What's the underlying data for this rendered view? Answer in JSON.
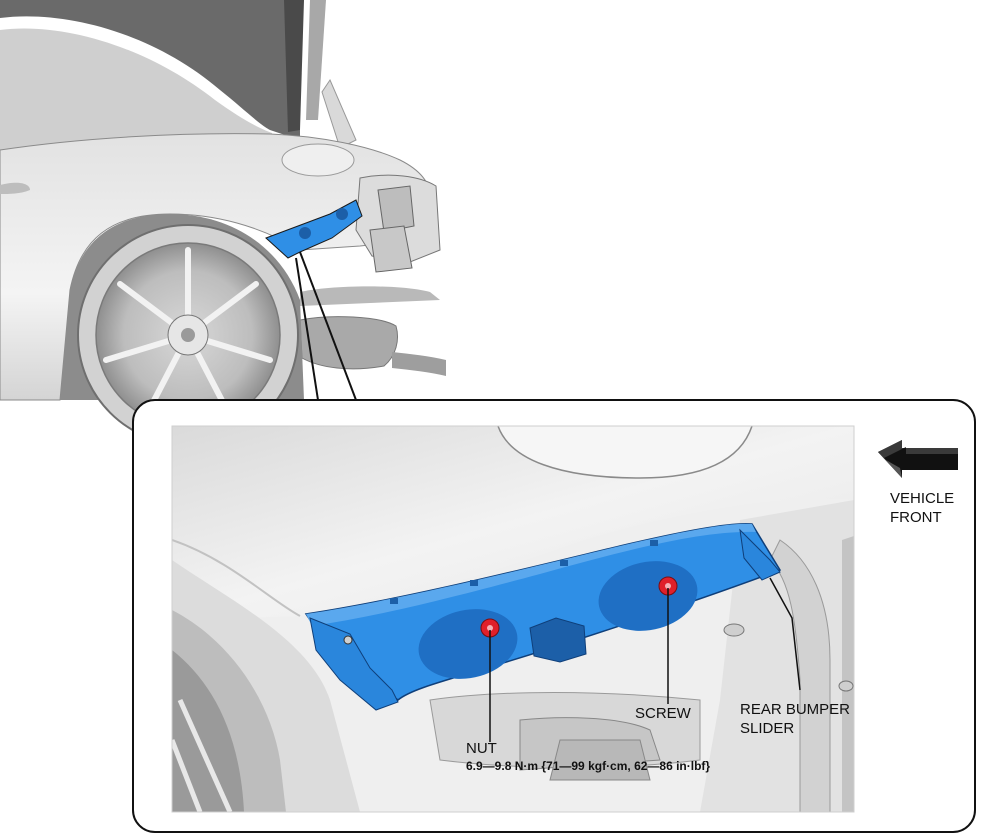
{
  "labels": {
    "vehicle_front_line1": "VEHICLE",
    "vehicle_front_line2": "FRONT",
    "screw": "SCREW",
    "rear_bumper_slider_line1": "REAR BUMPER",
    "rear_bumper_slider_line2": "SLIDER",
    "nut": "NUT",
    "nut_torque": "6.9—9.8 N·m {71—99 kgf·cm, 62—86 in·lbf}"
  },
  "colors": {
    "part_highlight": "#2f8fe6",
    "part_dark": "#1c5fa8",
    "fastener": "#e0202a",
    "outline": "#1a1a1a",
    "body_light": "#ececec",
    "body_mid": "#cfcfcf"
  },
  "icons": {
    "direction_arrow": "vehicle-front-arrow-icon"
  }
}
